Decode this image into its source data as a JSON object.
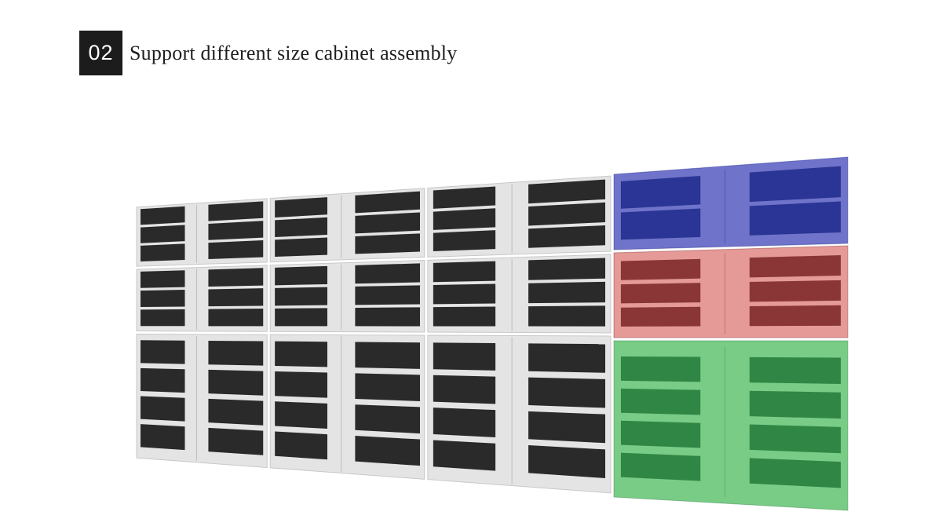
{
  "header": {
    "number": "02",
    "title": "Support different size cabinet assembly"
  },
  "illustration": {
    "gray_cabinets": {
      "columns": 3,
      "rows": 3,
      "frame_color": "#e4e4e4",
      "module_color": "#2a2a2a"
    },
    "colored_cabinets": [
      {
        "name": "blue-cabinet",
        "color": "#6f73c9",
        "module_color": "#1f2a8c",
        "module_rows": 2
      },
      {
        "name": "red-cabinet",
        "color": "#e59a98",
        "module_color": "#7a2424",
        "module_rows": 3
      },
      {
        "name": "green-cabinet",
        "color": "#79cc86",
        "module_color": "#237a3a",
        "module_rows": 4
      }
    ]
  }
}
